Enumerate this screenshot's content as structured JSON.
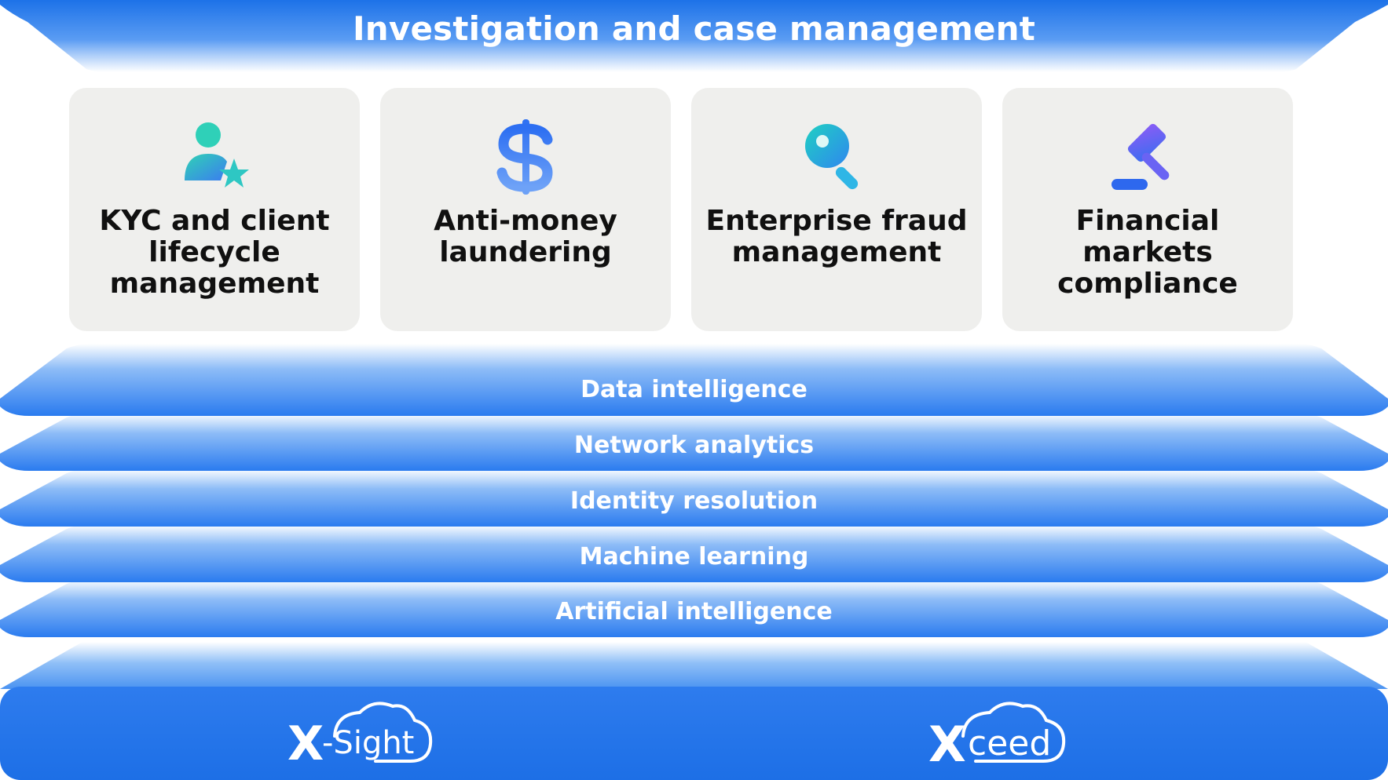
{
  "top_banner": {
    "title": "Investigation and case management"
  },
  "solutions": [
    {
      "label": "KYC and client lifecycle management",
      "icon": "user-star-icon"
    },
    {
      "label": "Anti-money laundering",
      "icon": "dollar-sign-icon"
    },
    {
      "label": "Enterprise fraud management",
      "icon": "magnifier-icon"
    },
    {
      "label": "Financial markets compliance",
      "icon": "gavel-icon"
    }
  ],
  "layers": [
    {
      "label": "Data intelligence"
    },
    {
      "label": "Network analytics"
    },
    {
      "label": "Identity resolution"
    },
    {
      "label": "Machine learning"
    },
    {
      "label": "Artificial intelligence"
    }
  ],
  "platforms": [
    {
      "name": "X-Sight"
    },
    {
      "name": "Xceed"
    }
  ],
  "colors": {
    "layer_blue": "#2f7ef0",
    "card_bg": "#efefed",
    "text_dark": "#101010",
    "text_light": "#ffffff"
  }
}
